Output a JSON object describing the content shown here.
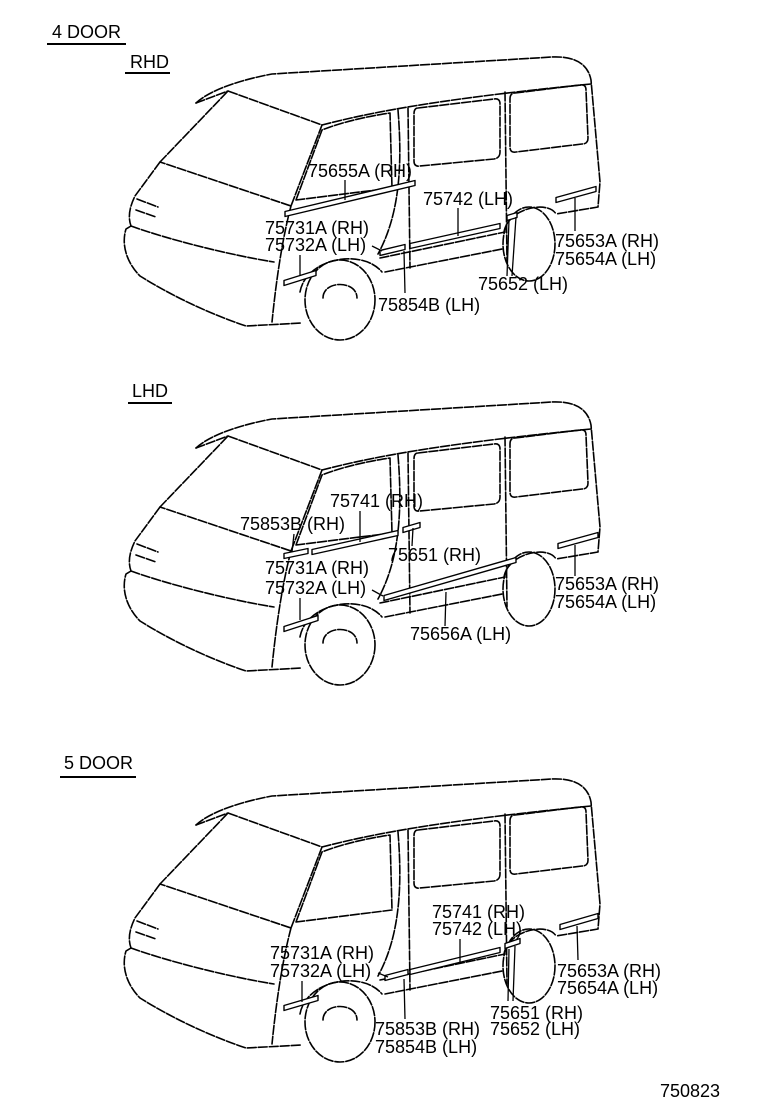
{
  "sections": [
    {
      "heading": "4 DOOR",
      "variants": [
        {
          "subheading": "RHD",
          "labels": [
            "75655A (RH)",
            "75742 (LH)",
            "75731A (RH)",
            "75732A (LH)",
            "75653A (RH)",
            "75654A (LH)",
            "75652 (LH)",
            "75854B (LH)"
          ]
        },
        {
          "subheading": "LHD",
          "labels": [
            "75741 (RH)",
            "75853B (RH)",
            "75651 (RH)",
            "75731A (RH)",
            "75732A (LH)",
            "75653A (RH)",
            "75654A (LH)",
            "75656A (LH)"
          ]
        }
      ]
    },
    {
      "heading": "5 DOOR",
      "variants": [
        {
          "labels": [
            "75741 (RH)",
            "75742 (LH)",
            "75731A (RH)",
            "75732A (LH)",
            "75653A (RH)",
            "75654A (LH)",
            "75651 (RH)",
            "75652 (LH)",
            "75853B (RH)",
            "75854B (LH)"
          ]
        }
      ]
    }
  ],
  "figure_number": "750823"
}
